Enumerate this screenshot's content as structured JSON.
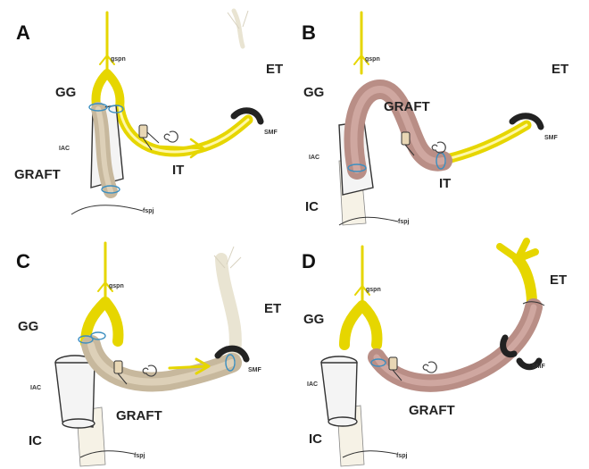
{
  "figure": {
    "panels": [
      {
        "id": "A",
        "labels": {
          "gspn": "gspn",
          "gg": "GG",
          "et": "ET",
          "iac": "IAC",
          "graft": "GRAFT",
          "smf": "SMF",
          "it": "IT",
          "fspj": "fspj"
        }
      },
      {
        "id": "B",
        "labels": {
          "gspn": "gspn",
          "gg": "GG",
          "et": "ET",
          "iac": "IAC",
          "graft": "GRAFT",
          "smf": "SMF",
          "it": "IT",
          "ic": "IC",
          "fspj": "fspj"
        }
      },
      {
        "id": "C",
        "labels": {
          "gspn": "gspn",
          "gg": "GG",
          "et": "ET",
          "iac": "IAC",
          "graft": "GRAFT",
          "smf": "SMF",
          "ic": "IC",
          "fspj": "fspj"
        }
      },
      {
        "id": "D",
        "labels": {
          "gspn": "gspn",
          "gg": "GG",
          "et": "ET",
          "iac": "IAC",
          "graft": "GRAFT",
          "smf": "SMF",
          "ic": "IC",
          "fspj": "fspj"
        }
      }
    ],
    "colors": {
      "nerve": "#e6d600",
      "graft_sural": "#b98e86",
      "graft_tan": "#c7b89d",
      "suture": "#3c8fc0",
      "background": "#ffffff"
    }
  }
}
